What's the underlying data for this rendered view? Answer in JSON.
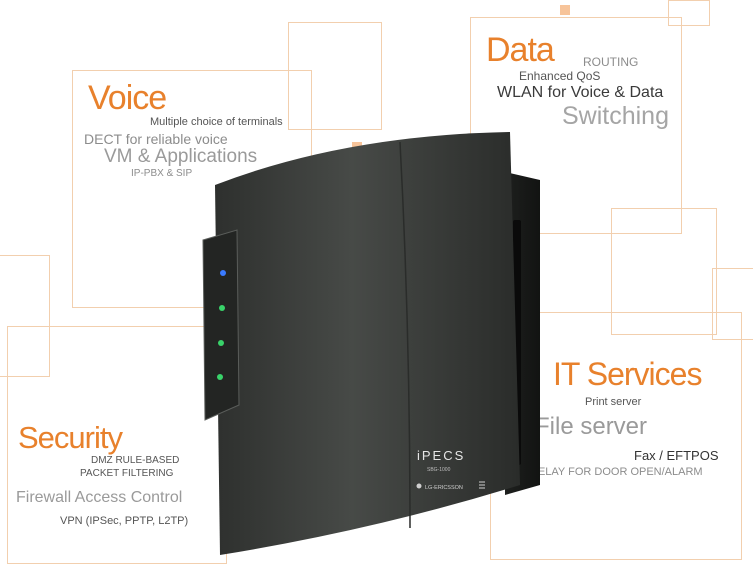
{
  "voice": {
    "title": "Voice",
    "line1": "Multiple choice of terminals",
    "line2": "DECT for reliable voice",
    "line3": "VM & Applications",
    "line4": "IP-PBX & SIP"
  },
  "data": {
    "title": "Data",
    "line1": "ROUTING",
    "line2": "Enhanced QoS",
    "line3": "WLAN for Voice & Data",
    "line4": "Switching"
  },
  "it_services": {
    "title": "IT Services",
    "line1": "Print server",
    "line2": "File server",
    "line3": "Fax / EFTPOS",
    "line4": "RELAY FOR DOOR OPEN/ALARM"
  },
  "security": {
    "title": "Security",
    "line1": "DMZ RULE-BASED",
    "line2": "PACKET FILTERING",
    "line3": "Firewall Access Control",
    "line4": "VPN (IPSec, PPTP, L2TP)"
  },
  "device": {
    "brand": "iPECS",
    "model": "SBG-1000",
    "maker": "LG-ERICSSON",
    "body_color": "#3e403e",
    "led_blue": "#3a7bff",
    "led_green": "#39d36a"
  },
  "colors": {
    "accent": "#e8812c",
    "frame": "#f2cfae",
    "square": "#f7c49a"
  }
}
